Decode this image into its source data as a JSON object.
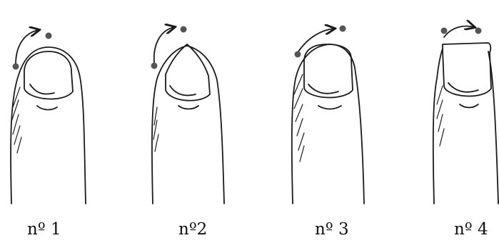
{
  "figure": {
    "labels": [
      "nº 1",
      "nº2",
      "nº 3",
      "nº 4"
    ]
  },
  "colors": {
    "ink": "#1a1a1a",
    "dot": "#555555",
    "background": "#ffffff"
  }
}
